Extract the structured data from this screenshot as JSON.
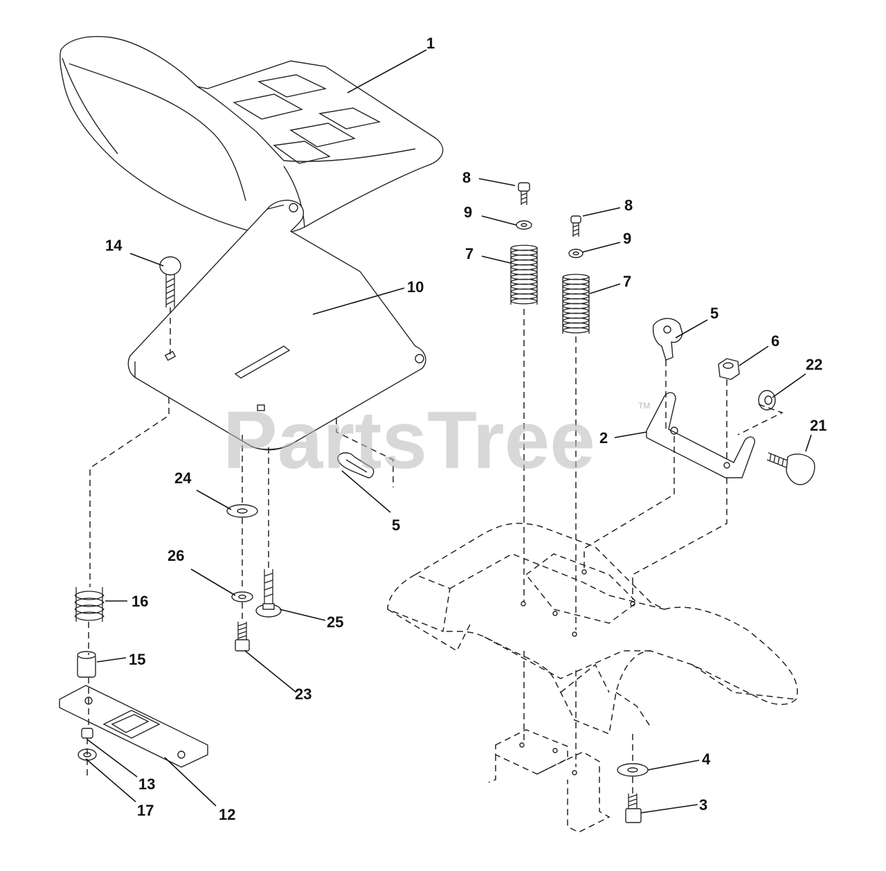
{
  "watermark": {
    "text": "PartsTree",
    "trademark": "TM"
  },
  "callouts": [
    {
      "id": "1",
      "label": "1"
    },
    {
      "id": "14",
      "label": "14"
    },
    {
      "id": "10",
      "label": "10"
    },
    {
      "id": "24",
      "label": "24"
    },
    {
      "id": "26",
      "label": "26"
    },
    {
      "id": "25",
      "label": "25"
    },
    {
      "id": "23",
      "label": "23"
    },
    {
      "id": "5a",
      "label": "5"
    },
    {
      "id": "16",
      "label": "16"
    },
    {
      "id": "15",
      "label": "15"
    },
    {
      "id": "13",
      "label": "13"
    },
    {
      "id": "17",
      "label": "17"
    },
    {
      "id": "12",
      "label": "12"
    },
    {
      "id": "8a",
      "label": "8"
    },
    {
      "id": "9a",
      "label": "9"
    },
    {
      "id": "7a",
      "label": "7"
    },
    {
      "id": "8b",
      "label": "8"
    },
    {
      "id": "9b",
      "label": "9"
    },
    {
      "id": "7b",
      "label": "7"
    },
    {
      "id": "5b",
      "label": "5"
    },
    {
      "id": "6",
      "label": "6"
    },
    {
      "id": "22",
      "label": "22"
    },
    {
      "id": "2",
      "label": "2"
    },
    {
      "id": "21",
      "label": "21"
    },
    {
      "id": "4",
      "label": "4"
    },
    {
      "id": "3",
      "label": "3"
    }
  ]
}
